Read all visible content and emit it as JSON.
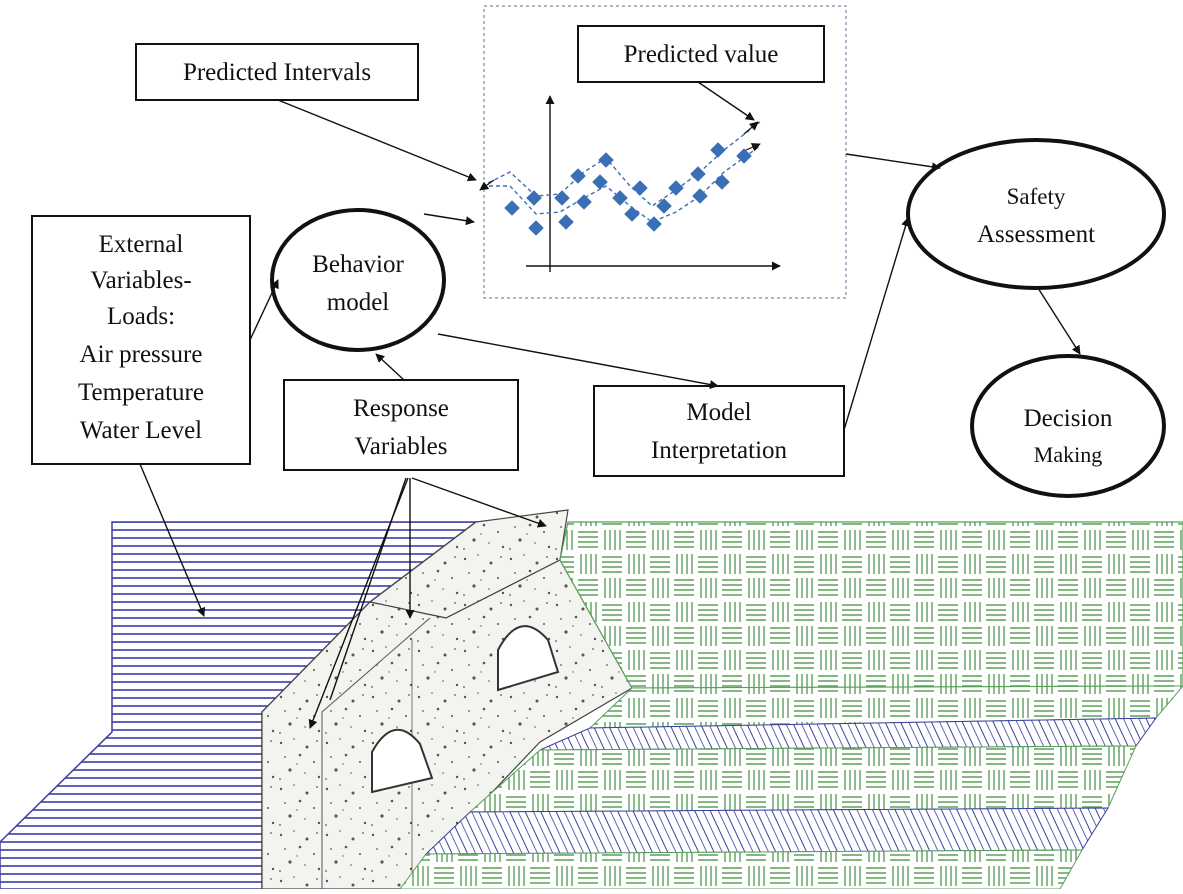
{
  "labels": {
    "predicted_intervals": "Predicted Intervals",
    "predicted_value": "Predicted value",
    "external_variables": [
      "External",
      "Variables-",
      "Loads:",
      "Air pressure",
      "Temperature",
      "Water Level"
    ],
    "behavior_model": [
      "Behavior",
      "model"
    ],
    "response_variables": [
      "Response",
      "Variables"
    ],
    "model_interpretation": [
      "Model",
      "Interpretation"
    ],
    "safety_assessment": [
      "Safety",
      "Assessment"
    ],
    "decision_making": [
      "Decision",
      "Making"
    ]
  },
  "colors": {
    "water_stripes": "#3b3f9e",
    "vegetation": "#5aa05a",
    "plot_points": "#3a6fb5",
    "frame": "#7a8aa8"
  }
}
